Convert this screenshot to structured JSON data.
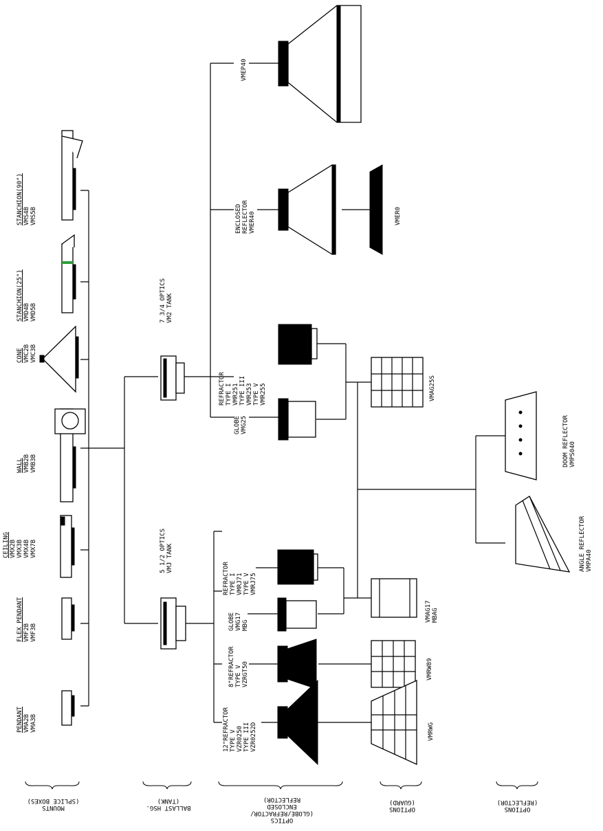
{
  "mounts": [
    {
      "title": "PENDANT",
      "codes": [
        "VMA2B",
        "VMA3B"
      ]
    },
    {
      "title": "FLEX PENDANT",
      "codes": [
        "VMF2B",
        "VMF3B"
      ]
    },
    {
      "title": "CEILING",
      "codes": [
        "VMX2B",
        "VMX3B",
        "VMX4B",
        "VMX7B"
      ]
    },
    {
      "title": "WALL",
      "codes": [
        "VMB2B",
        "VMB3B"
      ]
    },
    {
      "title": "CONE",
      "codes": [
        "VMC2B",
        "VMC3B"
      ]
    },
    {
      "title": "STANCHION(25°)",
      "codes": [
        "VMD4B",
        "VMD5B"
      ]
    },
    {
      "title": "STANCHION(90°)",
      "codes": [
        "VMS4B",
        "VMS5B"
      ]
    }
  ],
  "tanks": [
    {
      "title": "5 1/2 OPTICS",
      "code": "VMJ TANK"
    },
    {
      "title": "7 3/4 OPTICS",
      "code": "VM2 TANK"
    }
  ],
  "optics_small": [
    {
      "lines": [
        "12\"REFRACTOR",
        "TYPE V",
        "VZR0250",
        "TYPE III",
        "VZR0252D"
      ]
    },
    {
      "lines": [
        "8\"REFRACTOR",
        "TYPE V",
        "VZRGT50"
      ]
    },
    {
      "lines": [
        "GLOBE",
        "VMG17",
        "MBG"
      ]
    },
    {
      "lines": [
        "REFRACTOR",
        "TYPE I",
        "VMRJ71",
        "TYPE V",
        "VMRJ75"
      ]
    }
  ],
  "optics_large": [
    {
      "lines": [
        "GLOBE",
        "VMG25"
      ]
    },
    {
      "lines": [
        "REFRACTOR",
        "TYPE I",
        "VMR251",
        "TYPE III",
        "VMR253",
        "TYPE V",
        "VMR255"
      ]
    },
    {
      "lines": [
        "ENCLOSED",
        "REFLECTOR",
        "VMER40"
      ]
    },
    {
      "lines": [
        "VMEP40"
      ]
    }
  ],
  "guards": [
    {
      "code": "VMRWG"
    },
    {
      "code": "VMRW89"
    },
    {
      "lines": [
        "VMAG17",
        "MBAG"
      ]
    },
    {
      "code": "VMAG25S"
    },
    {
      "code": "VMER0"
    }
  ],
  "reflectors": [
    {
      "lines": [
        "ANGLE REFLECTOR",
        "VMPA40"
      ]
    },
    {
      "lines": [
        "DOOM REFLECTOR",
        "VMPS040"
      ]
    }
  ],
  "columns": [
    {
      "lines": [
        "MOUNTS",
        "(SPLICE BOXES)"
      ]
    },
    {
      "lines": [
        "BALLAST HSG.",
        "(TANK)"
      ]
    },
    {
      "lines": [
        "OPTICS",
        "(GLOBE/REFRACTOR/",
        "ENCLOSED",
        "REFLECTOR)"
      ]
    },
    {
      "lines": [
        "OPTIONS",
        "(GUARD)"
      ]
    },
    {
      "lines": [
        "OPTIONS",
        "(REFLECTOR)"
      ]
    }
  ]
}
